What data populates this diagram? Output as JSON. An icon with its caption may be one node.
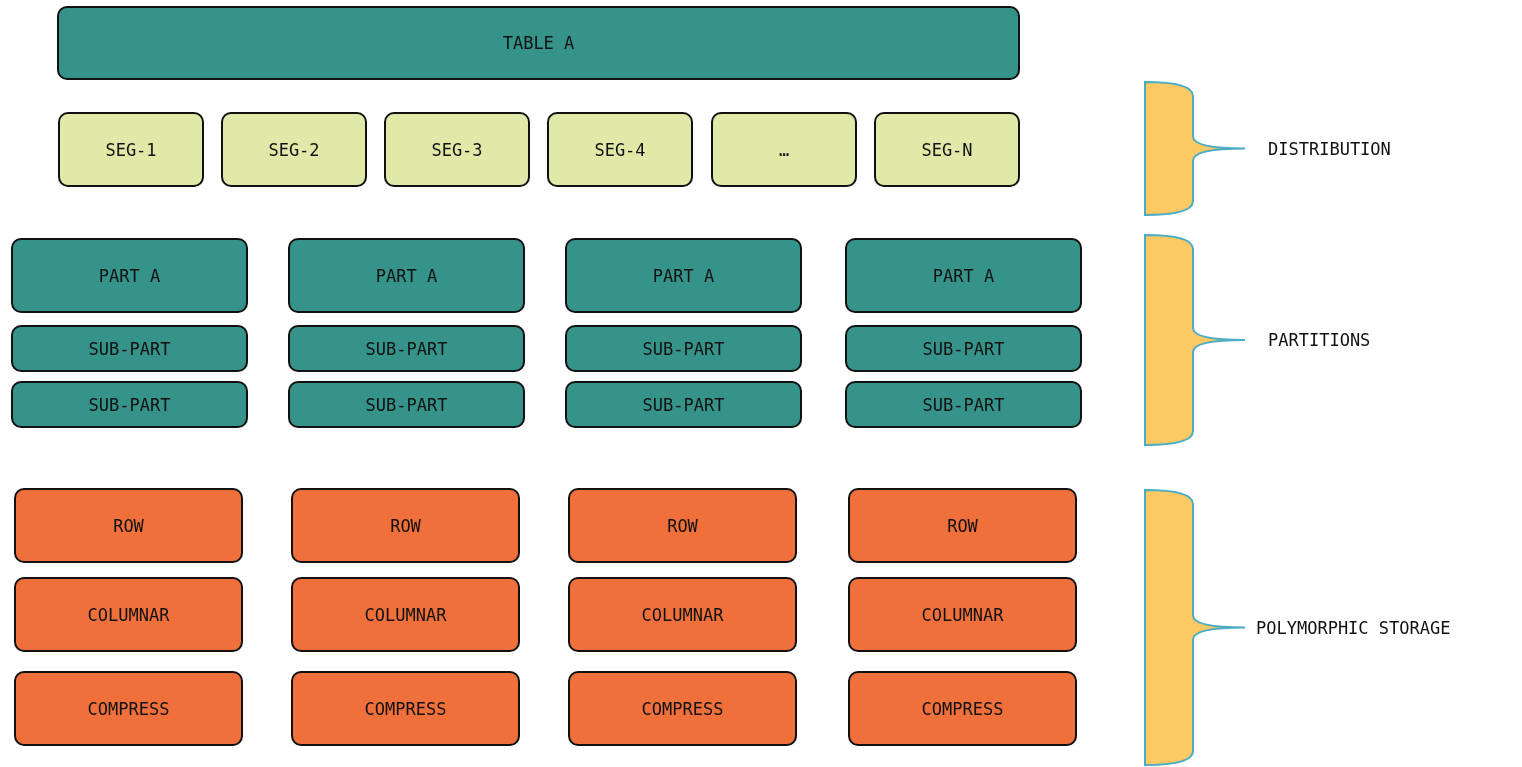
{
  "diagram": {
    "nodes": [
      {
        "text": [
          "TABLE A"
        ]
      },
      {
        "text": [
          "SEG-1"
        ]
      },
      {
        "text": [
          "SEG-2"
        ]
      },
      {
        "text": [
          "SEG-3"
        ]
      },
      {
        "text": [
          "SEG-4"
        ]
      },
      {
        "text": [
          "…"
        ]
      },
      {
        "text": [
          "SEG-N"
        ]
      },
      {
        "text": [],
        "shape": "brace",
        "beside": [
          "DISTRIBUTION"
        ]
      },
      {
        "text": [
          "PART A"
        ]
      },
      {
        "text": [
          "PART A"
        ]
      },
      {
        "text": [
          "PART A"
        ]
      },
      {
        "text": [
          "PART A"
        ]
      },
      {
        "text": [],
        "shape": "brace",
        "beside": [
          "PARTITIONS"
        ]
      },
      {
        "text": [
          "SUB-PART"
        ]
      },
      {
        "text": [
          "SUB-PART"
        ]
      },
      {
        "text": [
          "SUB-PART"
        ]
      },
      {
        "text": [
          "SUB-PART"
        ]
      },
      {
        "text": [
          "SUB-PART"
        ]
      },
      {
        "text": [
          "SUB-PART"
        ]
      },
      {
        "text": [
          "SUB-PART"
        ]
      },
      {
        "text": [
          "SUB-PART"
        ]
      },
      {
        "text": [
          "ROW"
        ]
      },
      {
        "text": [
          "ROW"
        ]
      },
      {
        "text": [
          "ROW"
        ]
      },
      {
        "text": [
          "ROW"
        ]
      },
      {
        "text": [],
        "shape": "brace",
        "beside": [
          "POLYMORPHIC STORAGE"
        ]
      },
      {
        "text": [
          "COLUMNAR"
        ]
      },
      {
        "text": [
          "COLUMNAR"
        ]
      },
      {
        "text": [
          "COLUMNAR"
        ]
      },
      {
        "text": [
          "COLUMNAR"
        ]
      },
      {
        "text": [
          "COMPRESS"
        ]
      },
      {
        "text": [
          "COMPRESS"
        ]
      },
      {
        "text": [
          "COMPRESS"
        ]
      },
      {
        "text": [
          "COMPRESS"
        ]
      }
    ],
    "edges": []
  }
}
